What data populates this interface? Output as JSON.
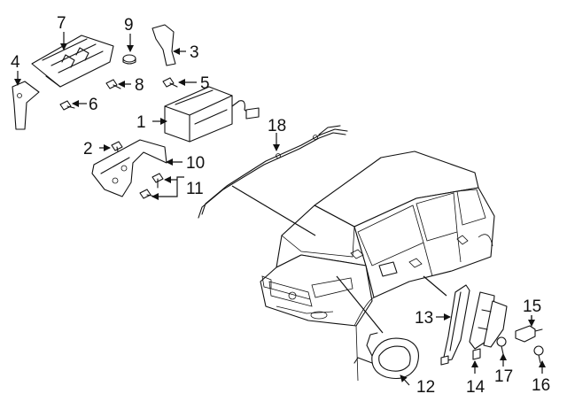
{
  "callouts": [
    {
      "id": "1",
      "text": "1"
    },
    {
      "id": "2",
      "text": "2"
    },
    {
      "id": "3",
      "text": "3"
    },
    {
      "id": "4",
      "text": "4"
    },
    {
      "id": "5",
      "text": "5"
    },
    {
      "id": "6",
      "text": "6"
    },
    {
      "id": "7",
      "text": "7"
    },
    {
      "id": "8",
      "text": "8"
    },
    {
      "id": "9",
      "text": "9"
    },
    {
      "id": "10",
      "text": "10"
    },
    {
      "id": "11",
      "text": "11"
    },
    {
      "id": "12",
      "text": "12"
    },
    {
      "id": "13",
      "text": "13"
    },
    {
      "id": "14",
      "text": "14"
    },
    {
      "id": "15",
      "text": "15"
    },
    {
      "id": "16",
      "text": "16"
    },
    {
      "id": "17",
      "text": "17"
    },
    {
      "id": "18",
      "text": "18"
    }
  ],
  "colors": {
    "ink": "#111111",
    "background": "#ffffff"
  }
}
